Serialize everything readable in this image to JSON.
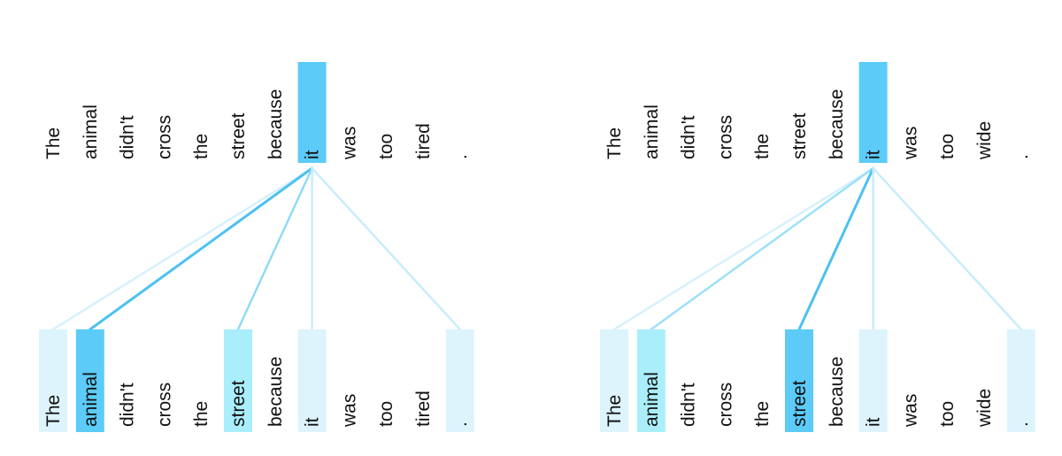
{
  "panels": [
    {
      "tokens": [
        "The",
        "animal",
        "didn't",
        "cross",
        "the",
        "street",
        "because",
        "it",
        "was",
        "too",
        "tired",
        "."
      ],
      "query_index": 7,
      "query_color": "#5ccbf8",
      "attention": [
        {
          "index": 0,
          "weight": 0.15,
          "color": "#ddf4fd",
          "line": "#d4f1fd"
        },
        {
          "index": 1,
          "weight": 1.0,
          "color": "#5ccbf8",
          "line": "#4dc1f1"
        },
        {
          "index": 5,
          "weight": 0.45,
          "color": "#aaeefb",
          "line": "#8fd9f7"
        },
        {
          "index": 7,
          "weight": 0.12,
          "color": "#ddf4fd",
          "line": "#c6ecfb"
        },
        {
          "index": 11,
          "weight": 0.12,
          "color": "#ddf4fd",
          "line": "#c6ecfb"
        }
      ]
    },
    {
      "tokens": [
        "The",
        "animal",
        "didn't",
        "cross",
        "the",
        "street",
        "because",
        "it",
        "was",
        "too",
        "wide",
        "."
      ],
      "query_index": 7,
      "query_color": "#5ccbf8",
      "attention": [
        {
          "index": 0,
          "weight": 0.15,
          "color": "#ddf4fd",
          "line": "#d4f1fd"
        },
        {
          "index": 1,
          "weight": 0.35,
          "color": "#aaeefb",
          "line": "#9be0f8"
        },
        {
          "index": 5,
          "weight": 1.0,
          "color": "#5ccbf8",
          "line": "#4dc1f1"
        },
        {
          "index": 7,
          "weight": 0.12,
          "color": "#ddf4fd",
          "line": "#c6ecfb"
        },
        {
          "index": 11,
          "weight": 0.12,
          "color": "#ddf4fd",
          "line": "#c6ecfb"
        }
      ]
    }
  ]
}
